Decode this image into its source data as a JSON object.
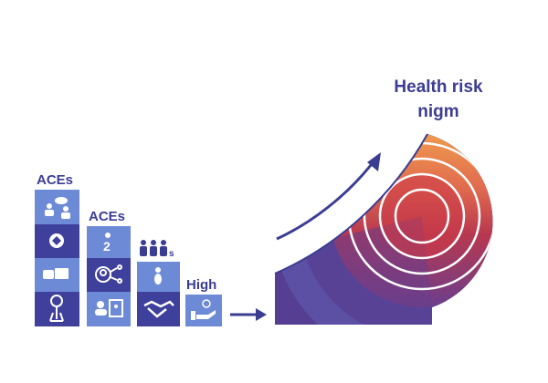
{
  "title": {
    "line1": "Health risk",
    "line2": "nigm"
  },
  "columns": [
    {
      "label": "ACEs",
      "icons": [
        "people-chat-icon",
        "diamond-badge-icon",
        "chat-mail-icon",
        "medal-stand-icon"
      ]
    },
    {
      "label": "ACEs",
      "icons": [
        "person-two-icon",
        "network-person-icon",
        "id-card-icon"
      ]
    },
    {
      "label": "s",
      "icons": [
        "family-icon",
        "person-icon",
        "handshake-icon"
      ]
    },
    {
      "label": "High",
      "icons": [
        "hand-care-icon"
      ]
    }
  ],
  "colors": {
    "navy": "#3b3d93",
    "light_block": "#6d8ad6",
    "dark_block": "#3f409c",
    "orange": "#f2a24e",
    "red": "#cc3a48",
    "purple": "#6a3e8c",
    "blue": "#4d66c0"
  }
}
